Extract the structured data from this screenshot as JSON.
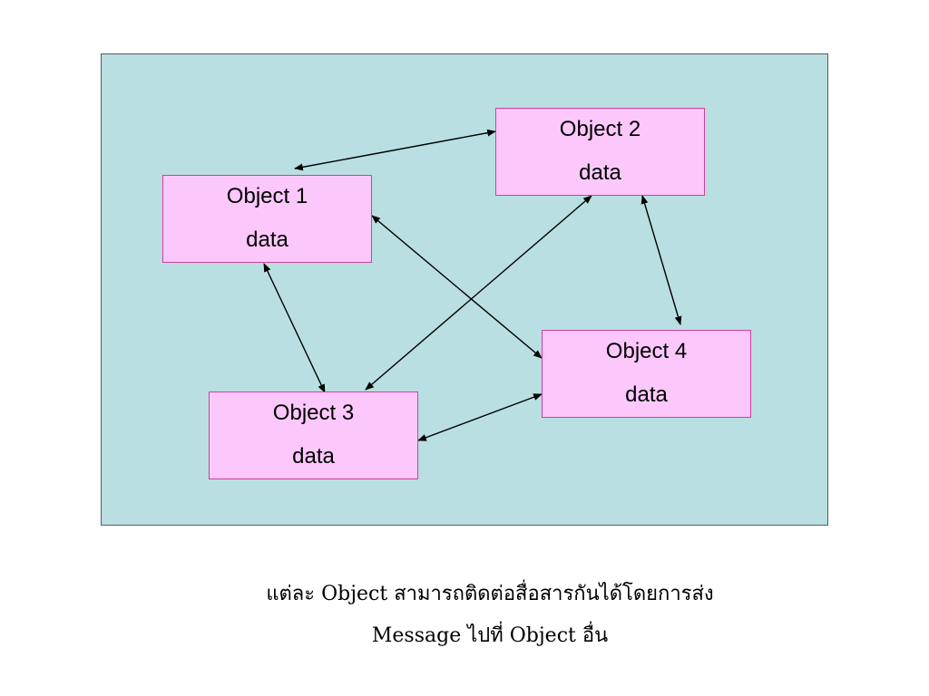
{
  "objects": [
    {
      "id": "obj1",
      "title": "Object 1",
      "sub": "data"
    },
    {
      "id": "obj2",
      "title": "Object 2",
      "sub": "data"
    },
    {
      "id": "obj3",
      "title": "Object 3",
      "sub": "data"
    },
    {
      "id": "obj4",
      "title": "Object 4",
      "sub": "data"
    }
  ],
  "connections": [
    [
      "obj1",
      "obj2"
    ],
    [
      "obj1",
      "obj4"
    ],
    [
      "obj1",
      "obj3"
    ],
    [
      "obj2",
      "obj3"
    ],
    [
      "obj2",
      "obj4"
    ],
    [
      "obj3",
      "obj4"
    ]
  ],
  "caption": {
    "line1": "แต่ละ Object สามารถติดต่อสื่อสารกันได้โดยการส่ง",
    "line2": "Message ไปที่ Object อื่น"
  },
  "colors": {
    "panel": "#b9dfe2",
    "box": "#fcc8fc",
    "box_border": "#d0409a",
    "arrow": "#000000"
  }
}
